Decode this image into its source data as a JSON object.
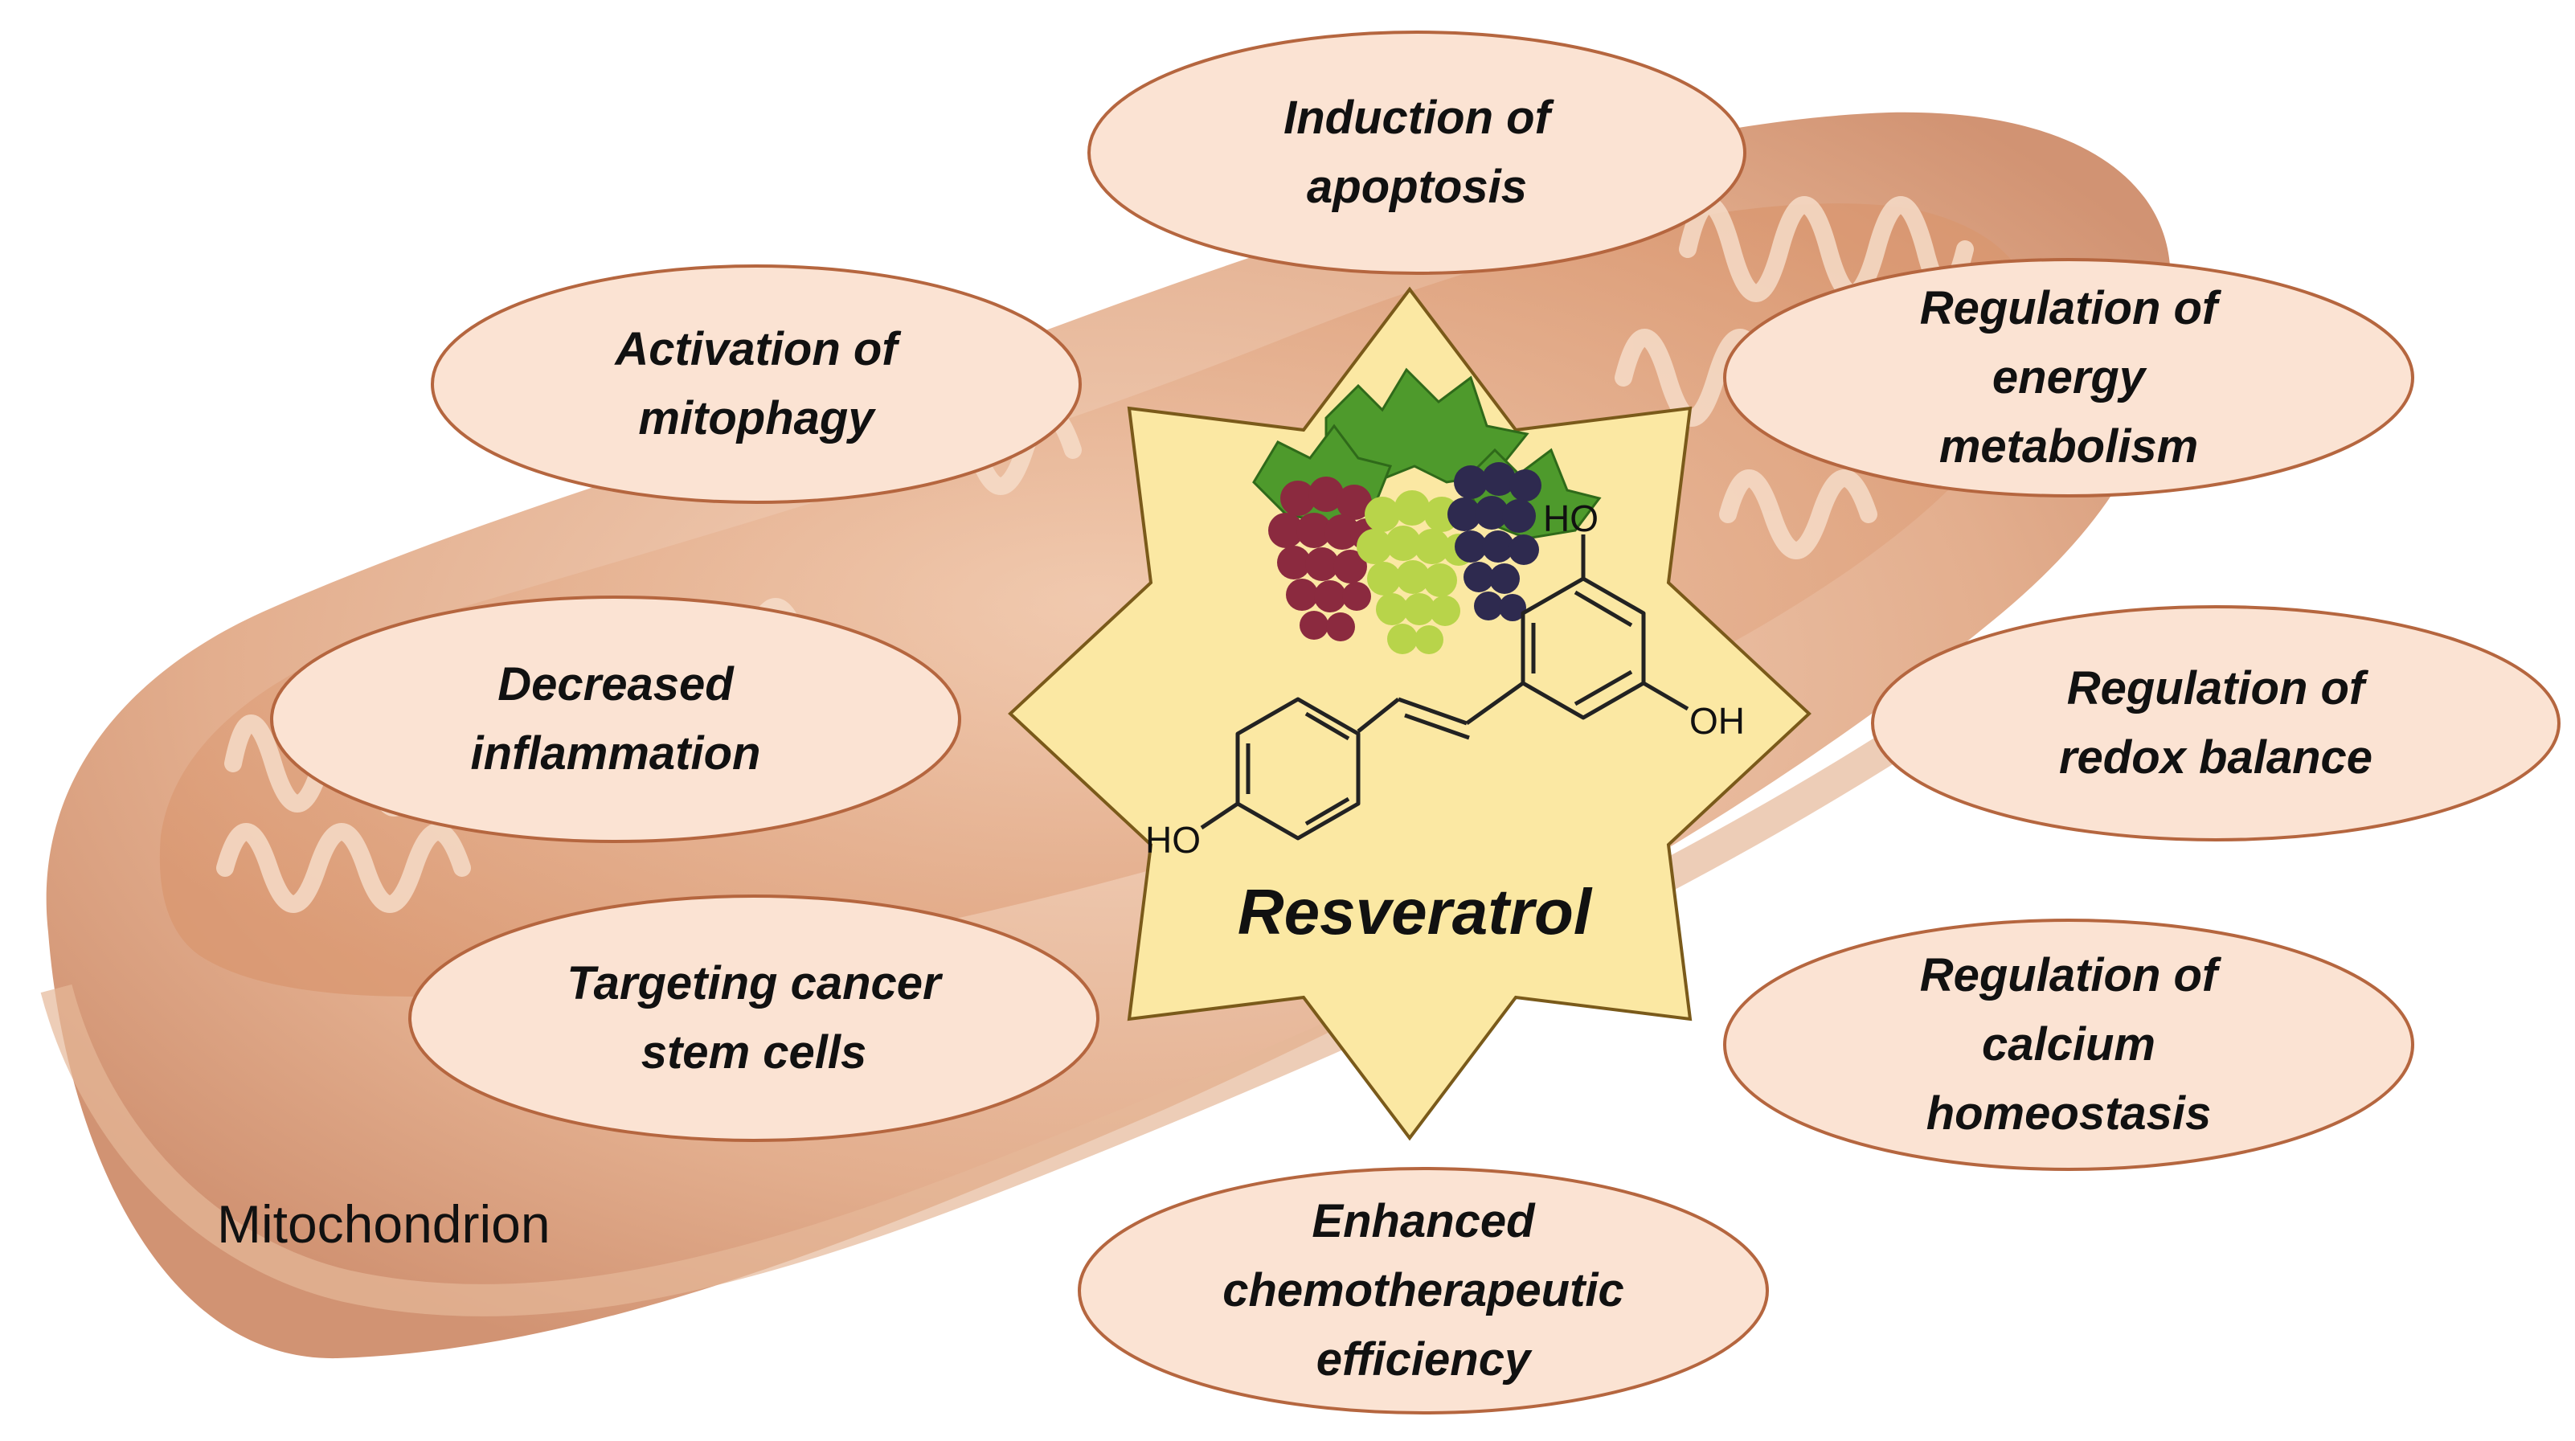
{
  "center": {
    "title": "Resveratrol"
  },
  "caption": {
    "mitochondrion": "Mitochondrion"
  },
  "molecule": {
    "hydroxyl_top": "HO",
    "hydroxyl_right": "OH",
    "hydroxyl_left": "HO"
  },
  "effects": [
    {
      "id": "apoptosis",
      "label": "Induction of\napoptosis"
    },
    {
      "id": "mitophagy",
      "label": "Activation of\nmitophagy"
    },
    {
      "id": "energy",
      "label": "Regulation of\nenergy\nmetabolism"
    },
    {
      "id": "inflammation",
      "label": "Decreased\ninflammation"
    },
    {
      "id": "redox",
      "label": "Regulation of\nredox balance"
    },
    {
      "id": "stem",
      "label": "Targeting cancer\nstem cells"
    },
    {
      "id": "calcium",
      "label": "Regulation of\ncalcium\nhomeostasis"
    },
    {
      "id": "chemo",
      "label": "Enhanced\nchemotherapeutic\nefficiency"
    }
  ],
  "colors": {
    "ellipse_fill": "#fbe3d3",
    "ellipse_stroke": "#b5663f",
    "star_fill": "#fbe8a3",
    "star_stroke": "#7a5a1a",
    "mitochondrion": "#dca27e",
    "grape_red": "#8b2a3f",
    "grape_green": "#b8d44a",
    "grape_dark": "#2e2a4f",
    "leaf": "#4e9a2c"
  }
}
